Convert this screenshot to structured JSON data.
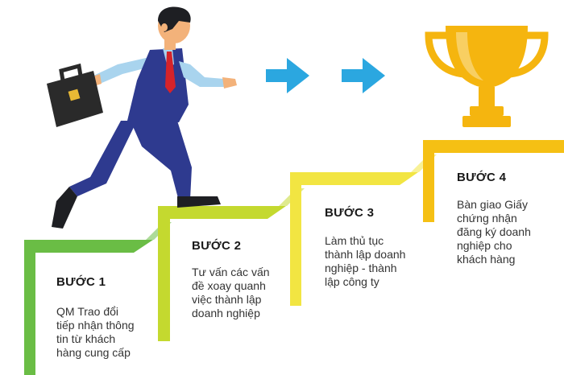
{
  "colors": {
    "step1": "#6abd45",
    "step2": "#c4d92f",
    "step3": "#f2e542",
    "step4": "#f5c014",
    "arrow": "#2ba7e0",
    "trophy": "#f5b50f",
    "suit": "#2e3a8f",
    "shirt": "#a9d4ee",
    "tie": "#d6232a",
    "skin": "#f3b27a",
    "hair": "#1e1f23",
    "briefcase": "#2a2a2a"
  },
  "icons": [
    "businessman-illustration",
    "briefcase-icon",
    "arrow-right-icon",
    "arrow-right-icon",
    "trophy-icon"
  ],
  "steps": [
    {
      "title": "BƯỚC 1",
      "description": "QM Trao đổi\ntiếp nhận thông\ntin từ khách\nhàng cung cấp"
    },
    {
      "title": "BƯỚC 2",
      "description": "Tư vấn các vấn\nđề xoay quanh\nviệc thành lập\ndoanh nghiệp"
    },
    {
      "title": "BƯỚC 3",
      "description": "Làm thủ tục\nthành lập doanh\nnghiệp - thành\nlập công ty"
    },
    {
      "title": "BƯỚC 4",
      "description": "Bàn giao Giấy\nchứng nhận\nđăng ký doanh\nnghiệp cho\nkhách hàng"
    }
  ]
}
